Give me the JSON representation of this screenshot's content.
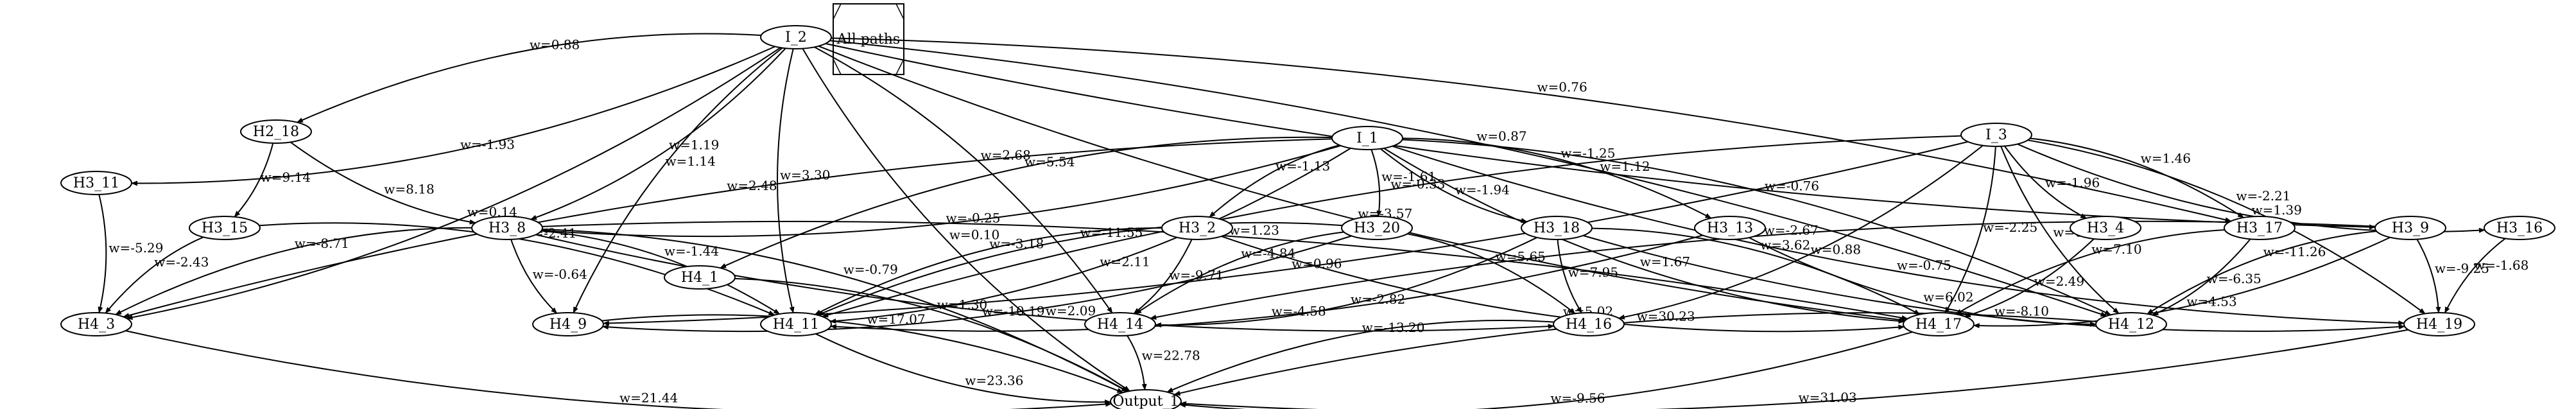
{
  "legend": {
    "label": "All paths"
  },
  "nodes": [
    {
      "id": "I_2",
      "label": "I_2"
    },
    {
      "id": "I_1",
      "label": "I_1"
    },
    {
      "id": "I_3",
      "label": "I_3"
    },
    {
      "id": "H2_18",
      "label": "H2_18"
    },
    {
      "id": "H3_11",
      "label": "H3_11"
    },
    {
      "id": "H3_15",
      "label": "H3_15"
    },
    {
      "id": "H3_8",
      "label": "H3_8"
    },
    {
      "id": "H3_2",
      "label": "H3_2"
    },
    {
      "id": "H3_20",
      "label": "H3_20"
    },
    {
      "id": "H3_18",
      "label": "H3_18"
    },
    {
      "id": "H3_13",
      "label": "H3_13"
    },
    {
      "id": "H3_4",
      "label": "H3_4"
    },
    {
      "id": "H3_17",
      "label": "H3_17"
    },
    {
      "id": "H3_9",
      "label": "H3_9"
    },
    {
      "id": "H3_16",
      "label": "H3_16"
    },
    {
      "id": "H4_1",
      "label": "H4_1"
    },
    {
      "id": "H4_3",
      "label": "H4_3"
    },
    {
      "id": "H4_9",
      "label": "H4_9"
    },
    {
      "id": "H4_11",
      "label": "H4_11"
    },
    {
      "id": "H4_14",
      "label": "H4_14"
    },
    {
      "id": "H4_16",
      "label": "H4_16"
    },
    {
      "id": "H4_17",
      "label": "H4_17"
    },
    {
      "id": "H4_12",
      "label": "H4_12"
    },
    {
      "id": "H4_19",
      "label": "H4_19"
    },
    {
      "id": "Output_1",
      "label": "Output_1"
    }
  ],
  "edges": [
    {
      "from": "I_2",
      "to": "H3_11",
      "label": "w=-1.93"
    },
    {
      "from": "I_2",
      "to": "H2_18",
      "label": "w=0.88"
    },
    {
      "from": "I_2",
      "to": "H4_3",
      "label": "w=0.14"
    },
    {
      "from": "I_2",
      "to": "H4_9",
      "label": "w=1.14"
    },
    {
      "from": "I_2",
      "to": "H3_8",
      "label": "w=1.19"
    },
    {
      "from": "I_2",
      "to": "H4_11",
      "label": "w=3.30"
    },
    {
      "from": "I_2",
      "to": "H4_14",
      "label": "w=2.68"
    },
    {
      "from": "I_2",
      "to": "H4_17",
      "label": "w=-3.57"
    },
    {
      "from": "I_2",
      "to": "H3_17",
      "label": "w=0.76"
    },
    {
      "from": "I_2",
      "to": "H3_9",
      "label": "w=1.12"
    },
    {
      "from": "I_2",
      "to": "H4_12",
      "label": "w=0.87"
    },
    {
      "from": "I_2",
      "to": "Output_1",
      "label": "w=0.10"
    },
    {
      "from": "H2_18",
      "to": "H3_15",
      "label": "w=9.14"
    },
    {
      "from": "H2_18",
      "to": "H3_8",
      "label": "w=8.18"
    },
    {
      "from": "H3_11",
      "to": "H4_3",
      "label": "w=-5.29"
    },
    {
      "from": "H3_15",
      "to": "H4_3",
      "label": "w=-2.43"
    },
    {
      "from": "H3_15",
      "to": "H4_11",
      "label": "w=-2.41"
    },
    {
      "from": "I_1",
      "to": "H4_3",
      "label": "w=2.48"
    },
    {
      "from": "I_1",
      "to": "H3_8",
      "label": "w=-0.25"
    },
    {
      "from": "I_1",
      "to": "H4_1",
      "label": "w=5.54"
    },
    {
      "from": "I_1",
      "to": "H4_11",
      "label": "w=2.11"
    },
    {
      "from": "I_1",
      "to": "H3_2",
      "label": "w=-1.13"
    },
    {
      "from": "I_1",
      "to": "H3_20",
      "label": "w=-1.61"
    },
    {
      "from": "I_1",
      "to": "H3_18",
      "label": "w=-1.94"
    },
    {
      "from": "I_1",
      "to": "H3_13",
      "label": "w=-1.25"
    },
    {
      "from": "I_1",
      "to": "H4_17",
      "label": "w=1.67"
    },
    {
      "from": "I_1",
      "to": "H4_12",
      "label": "w=-0.76"
    },
    {
      "from": "I_1",
      "to": "H4_19",
      "label": "w=-0.75"
    },
    {
      "from": "I_3",
      "to": "H4_9",
      "label": "w=0.96"
    },
    {
      "from": "I_3",
      "to": "H4_11",
      "label": "w=-0.33"
    },
    {
      "from": "I_3",
      "to": "H4_16",
      "label": "w=0.88"
    },
    {
      "from": "I_3",
      "to": "H3_4",
      "label": "w=-1.96"
    },
    {
      "from": "I_3",
      "to": "H3_17",
      "label": "w=1.46"
    },
    {
      "from": "I_3",
      "to": "H3_16",
      "label": "w=1.39"
    },
    {
      "from": "I_3",
      "to": "H4_19",
      "label": "w=-2.21"
    },
    {
      "from": "I_3",
      "to": "H4_12",
      "label": "w=0.40"
    },
    {
      "from": "I_3",
      "to": "H4_17",
      "label": "w=-2.25"
    },
    {
      "from": "H3_8",
      "to": "H4_3",
      "label": "w=-8.71"
    },
    {
      "from": "H3_8",
      "to": "Output_1",
      "label": "w=-0.79"
    },
    {
      "from": "H3_8",
      "to": "H4_9",
      "label": "w=-0.64"
    },
    {
      "from": "H3_8",
      "to": "H4_11",
      "label": "w=-1.44"
    },
    {
      "from": "H3_8",
      "to": "H4_16",
      "label": "w=2.09"
    },
    {
      "from": "H3_8",
      "to": "H4_17",
      "label": "w=1.23"
    },
    {
      "from": "H3_2",
      "to": "H4_11",
      "label": "w=-3.18"
    },
    {
      "from": "H3_2",
      "to": "H4_14",
      "label": "w=-9.71"
    },
    {
      "from": "H3_2",
      "to": "H4_17",
      "label": "w=5.02"
    },
    {
      "from": "H3_20",
      "to": "H4_9",
      "label": "w=-10.19"
    },
    {
      "from": "H3_20",
      "to": "H4_11",
      "label": "w=-11.55"
    },
    {
      "from": "H3_20",
      "to": "H4_16",
      "label": "w=5.65"
    },
    {
      "from": "H3_20",
      "to": "H4_14",
      "label": "w=-4.84"
    },
    {
      "from": "H3_18",
      "to": "H4_14",
      "label": "w=-2.82"
    },
    {
      "from": "H3_18",
      "to": "H4_16",
      "label": "w=7.95"
    },
    {
      "from": "H3_18",
      "to": "H4_17",
      "label": "w=3.62"
    },
    {
      "from": "H3_18",
      "to": "H4_19",
      "label": "w=-8.10"
    },
    {
      "from": "H3_13",
      "to": "H4_11",
      "label": "w=-4.58"
    },
    {
      "from": "H3_13",
      "to": "H4_12",
      "label": "w=6.02"
    },
    {
      "from": "H3_4",
      "to": "H4_17",
      "label": "w=2.49"
    },
    {
      "from": "H3_17",
      "to": "H4_17",
      "label": "w=7.10"
    },
    {
      "from": "H3_17",
      "to": "H4_12",
      "label": "w=-6.35"
    },
    {
      "from": "H3_9",
      "to": "H4_14",
      "label": "w=-2.67"
    },
    {
      "from": "H3_9",
      "to": "H4_17",
      "label": "w=4.53"
    },
    {
      "from": "H3_9",
      "to": "H4_12",
      "label": "w=-11.26"
    },
    {
      "from": "H3_9",
      "to": "H4_19",
      "label": "w=-9.25"
    },
    {
      "from": "H3_16",
      "to": "H4_19",
      "label": "w=-1.68"
    },
    {
      "from": "H4_1",
      "to": "Output_1",
      "label": "w=1.30"
    },
    {
      "from": "H4_3",
      "to": "Output_1",
      "label": "w=21.44"
    },
    {
      "from": "H4_9",
      "to": "Output_1",
      "label": "w=17.07"
    },
    {
      "from": "H4_11",
      "to": "Output_1",
      "label": "w=23.36"
    },
    {
      "from": "H4_14",
      "to": "Output_1",
      "label": "w=22.78"
    },
    {
      "from": "H4_16",
      "to": "Output_1",
      "label": "w=-13.20"
    },
    {
      "from": "H4_17",
      "to": "Output_1",
      "label": "w=-9.56"
    },
    {
      "from": "H4_12",
      "to": "Output_1",
      "label": "w=30.23"
    },
    {
      "from": "H4_19",
      "to": "Output_1",
      "label": "w=31.03"
    }
  ]
}
